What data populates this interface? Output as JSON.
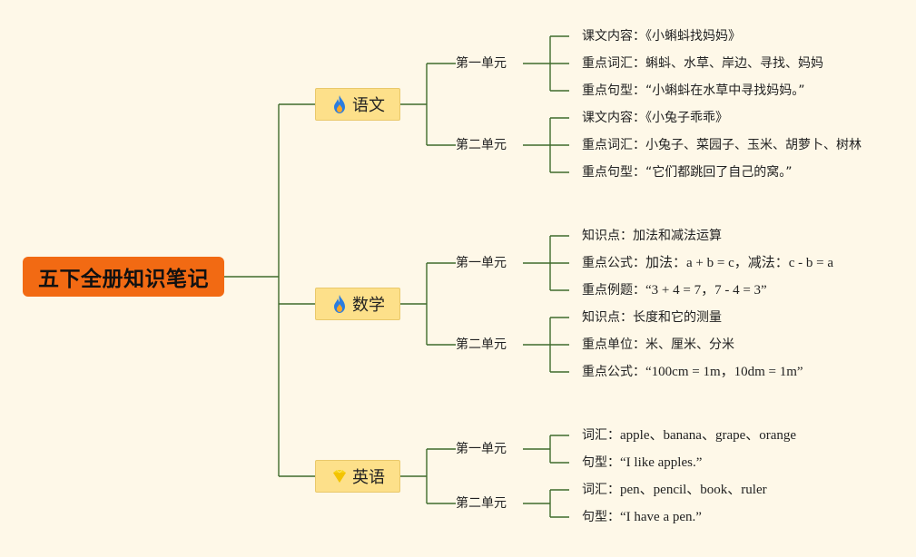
{
  "root": {
    "label": "五下全册知识笔记"
  },
  "subjects": [
    {
      "label": "语文",
      "icon": "flame-icon",
      "units": [
        {
          "label": "第一单元",
          "items": [
            {
              "key": "课文内容：",
              "value": "《小蝌蚪找妈妈》"
            },
            {
              "key": "重点词汇：",
              "value": "蝌蚪、水草、岸边、寻找、妈妈"
            },
            {
              "key": "重点句型：",
              "value": "“小蝌蚪在水草中寻找妈妈。”"
            }
          ]
        },
        {
          "label": "第二单元",
          "items": [
            {
              "key": "课文内容：",
              "value": "《小兔子乖乖》"
            },
            {
              "key": "重点词汇：",
              "value": "小兔子、菜园子、玉米、胡萝卜、树林"
            },
            {
              "key": "重点句型：",
              "value": "“它们都跳回了自己的窝。”"
            }
          ]
        }
      ]
    },
    {
      "label": "数学",
      "icon": "flame-icon",
      "units": [
        {
          "label": "第一单元",
          "items": [
            {
              "key": "知识点：",
              "value": "加法和减法运算"
            },
            {
              "key": "重点公式：",
              "value": "加法：a + b = c，减法：c - b = a"
            },
            {
              "key": "重点例题：",
              "value": "“3 + 4 = 7，7 - 4 = 3”"
            }
          ]
        },
        {
          "label": "第二单元",
          "items": [
            {
              "key": "知识点：",
              "value": "长度和它的测量"
            },
            {
              "key": "重点单位：",
              "value": "米、厘米、分米"
            },
            {
              "key": "重点公式：",
              "value": "“100cm = 1m，10dm = 1m”"
            }
          ]
        }
      ]
    },
    {
      "label": "英语",
      "icon": "lightbulb-icon",
      "units": [
        {
          "label": "第一单元",
          "items": [
            {
              "key": "词汇：",
              "value": "apple、banana、grape、orange"
            },
            {
              "key": "句型：",
              "value": "“I like apples.”"
            }
          ]
        },
        {
          "label": "第二单元",
          "items": [
            {
              "key": "词汇：",
              "value": "pen、pencil、book、ruler"
            },
            {
              "key": "句型：",
              "value": "“I have a pen.”"
            }
          ]
        }
      ]
    }
  ]
}
